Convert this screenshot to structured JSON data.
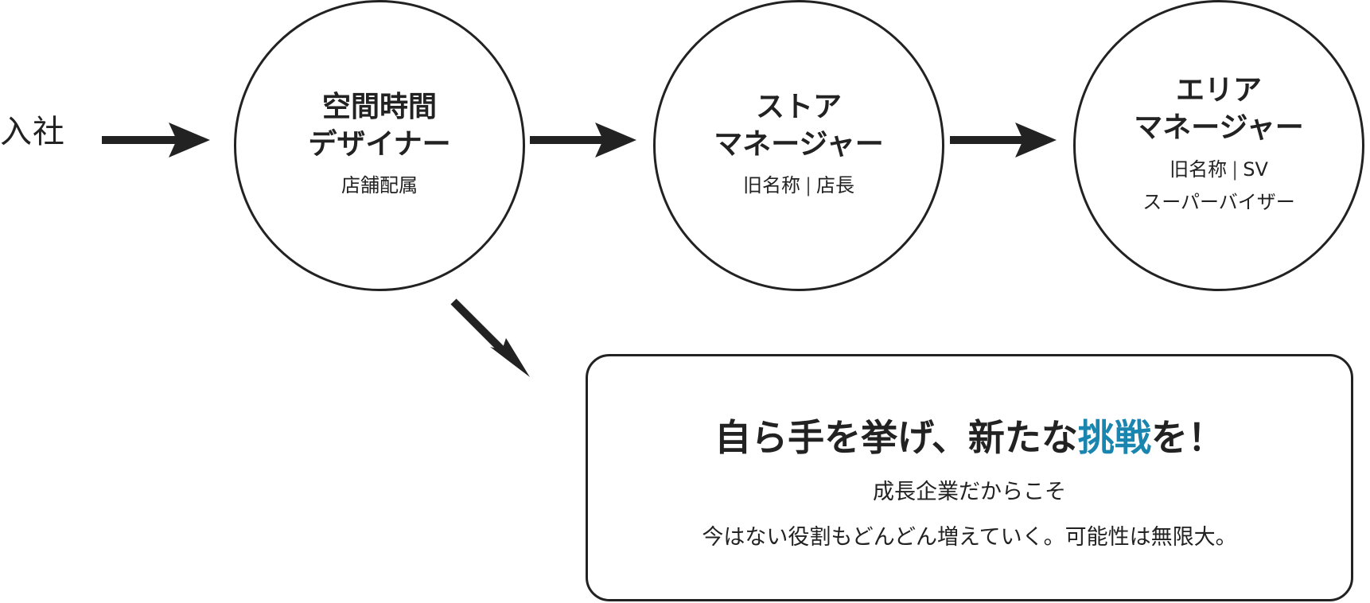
{
  "start_label": "入社",
  "nodes": [
    {
      "title_lines": [
        "空間時間",
        "デザイナー"
      ],
      "sub": "店舗配属"
    },
    {
      "title_lines": [
        "ストア",
        "マネージャー"
      ],
      "sub_old_name_label": "旧名称",
      "sub_old_name_value": "店長"
    },
    {
      "title_lines": [
        "エリア",
        "マネージャー"
      ],
      "sub_old_name_label": "旧名称",
      "sub_old_name_value": "SV",
      "sub_line_2": "スーパーバイザー"
    }
  ],
  "callout": {
    "headline_before": "自ら手を挙げ、新たな",
    "headline_accent": "挑戦",
    "headline_after": "を！",
    "line_1": "成長企業だからこそ",
    "line_2": "今はない役割もどんどん増えていく。可能性は無限大。"
  },
  "colors": {
    "ink": "#222222",
    "accent": "#1a86b0",
    "background": "#ffffff"
  }
}
